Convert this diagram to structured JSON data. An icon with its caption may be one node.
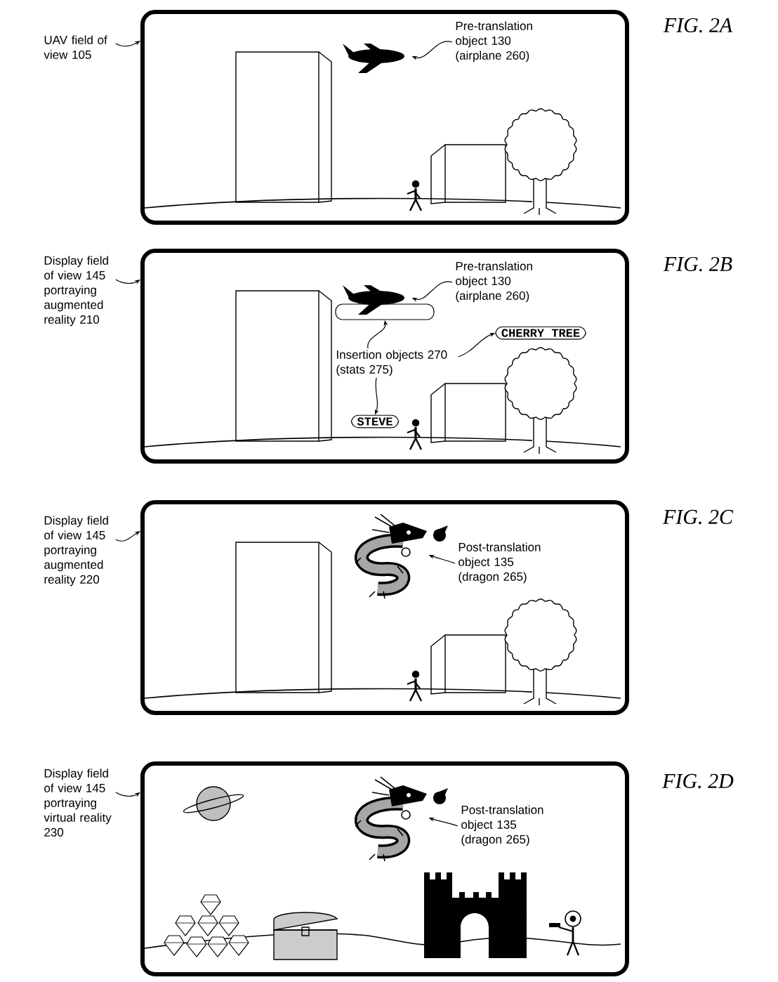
{
  "diagram": {
    "nodes": [
      {
        "text": [
          "UAV field of view 105"
        ]
      },
      {
        "text": [],
        "shape": "box"
      },
      {
        "text": [],
        "shape": "picture",
        "in": 1
      },
      {
        "text": [
          "Pre-translation object 130 (airplane 260)"
        ],
        "in": 1
      },
      {
        "text": [
          "Display field of view 145 portraying augmented reality 210"
        ]
      },
      {
        "text": [],
        "shape": "box"
      },
      {
        "text": [],
        "shape": "picture",
        "in": 5
      },
      {
        "text": [
          "Pre-translation object 130 (airplane 260)"
        ],
        "in": 5
      },
      {
        "text": [],
        "shape": "box",
        "in": 5
      },
      {
        "text": [
          "CHERRY TREE"
        ],
        "in": 5
      },
      {
        "text": [
          "Insertion objects 270 (stats 275)"
        ],
        "in": 5
      },
      {
        "text": [
          "STEVE"
        ],
        "in": 5
      },
      {
        "text": [
          "Display field of view 145 portraying augmented reality 220"
        ]
      },
      {
        "text": [],
        "shape": "box"
      },
      {
        "text": [],
        "shape": "picture",
        "in": 13
      },
      {
        "text": [
          "Post-translation object 135 (dragon 265)"
        ],
        "in": 13
      },
      {
        "text": [
          "Display field of view 145 portraying virtual reality 230"
        ]
      },
      {
        "text": [],
        "shape": "box"
      },
      {
        "text": [],
        "shape": "picture",
        "in": 17
      },
      {
        "text": [
          "Post-translation object 135 (dragon 265)"
        ],
        "in": 17
      }
    ],
    "edges": [
      {
        "from": 0,
        "to": 1,
        "arrow": "to"
      },
      {
        "from": 3,
        "to": 2,
        "arrow": "to"
      },
      {
        "from": 4,
        "to": 5,
        "arrow": "to"
      },
      {
        "from": 7,
        "to": 6,
        "arrow": "to"
      },
      {
        "from": 10,
        "to": 8,
        "arrow": "to"
      },
      {
        "from": 10,
        "to": 9,
        "arrow": "to"
      },
      {
        "from": 10,
        "to": 11,
        "arrow": "to"
      },
      {
        "from": 12,
        "to": 13,
        "arrow": "to"
      },
      {
        "from": 15,
        "to": 14,
        "arrow": "to"
      },
      {
        "from": 16,
        "to": 17,
        "arrow": "to"
      },
      {
        "from": 19,
        "to": 18,
        "arrow": "to"
      }
    ],
    "labels": [
      "FIG. 2A",
      "FIG. 2B",
      "FIG. 2C",
      "FIG. 2D"
    ]
  }
}
